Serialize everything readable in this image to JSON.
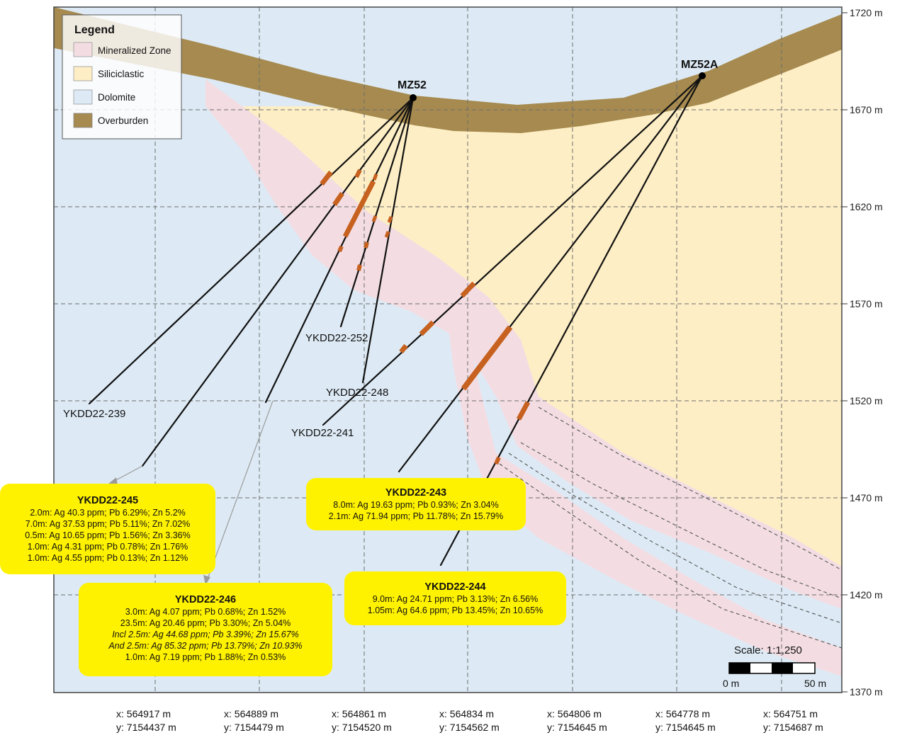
{
  "legend": {
    "title": "Legend",
    "items": [
      {
        "label": "Mineralized Zone",
        "color": "#f3dde3"
      },
      {
        "label": "Siliciclastic",
        "color": "#fdeec5"
      },
      {
        "label": "Dolomite",
        "color": "#ddeaf5"
      },
      {
        "label": "Overburden",
        "color": "#a68a4f"
      }
    ]
  },
  "collars": [
    {
      "name": "MZ52"
    },
    {
      "name": "MZ52A"
    }
  ],
  "hole_labels": [
    "YKDD22-239",
    "YKDD22-252",
    "YKDD22-248",
    "YKDD22-241"
  ],
  "elevation_ticks": [
    "1720 m",
    "1670 m",
    "1620 m",
    "1570 m",
    "1520 m",
    "1470 m",
    "1420 m",
    "1370 m"
  ],
  "coordinates": [
    {
      "x": "x: 564917 m",
      "y": "y: 7154437 m"
    },
    {
      "x": "x: 564889 m",
      "y": "y: 7154479 m"
    },
    {
      "x": "x: 564861 m",
      "y": "y: 7154520 m"
    },
    {
      "x": "x: 564834 m",
      "y": "y: 7154562 m"
    },
    {
      "x": "x: 564806 m",
      "y": "y: 7154645 m"
    },
    {
      "x": "x: 564778 m",
      "y": "y: 7154645 m"
    },
    {
      "x": "x: 564751 m",
      "y": "y: 7154687 m"
    }
  ],
  "scale": {
    "label": "Scale: 1:1,250",
    "start": "0 m",
    "end": "50 m"
  },
  "callouts": {
    "h245": {
      "title": "YKDD22-245",
      "lines": [
        "2.0m: Ag 40.3 ppm; Pb 6.29%; Zn 5.2%",
        "7.0m: Ag 37.53 ppm; Pb 5.11%; Zn 7.02%",
        "0.5m: Ag 10.65 ppm; Pb 1.56%; Zn 3.36%",
        "1.0m: Ag 4.31 ppm; Pb 0.78%; Zn 1.76%",
        "1.0m: Ag 4.55 ppm; Pb 0.13%; Zn 1.12%"
      ]
    },
    "h246": {
      "title": "YKDD22-246",
      "lines": [
        "3.0m: Ag 4.07 ppm; Pb 0.68%; Zn 1.52%",
        "23.5m: Ag 20.46 ppm; Pb 3.30%; Zn 5.04%",
        "Incl 2.5m: Ag 44.68 ppm; Pb 3.39%; Zn 15.67%",
        "And 2.5m: Ag 85.32 ppm; Pb 13.79%; Zn 10.93%",
        "1.0m: Ag 7.19 ppm; Pb 1.88%; Zn 0.53%"
      ]
    },
    "h243": {
      "title": "YKDD22-243",
      "lines": [
        "8.0m: Ag 19.63 ppm; Pb 0.93%; Zn 3.04%",
        "2.1m: Ag 71.94 ppm; Pb 11.78%; Zn 15.79%"
      ]
    },
    "h244": {
      "title": "YKDD22-244",
      "lines": [
        "9.0m: Ag 24.71 ppm; Pb 3.13%; Zn 6.56%",
        "1.05m: Ag 64.6 ppm; Pb 13.45%; Zn 10.65%"
      ]
    }
  }
}
